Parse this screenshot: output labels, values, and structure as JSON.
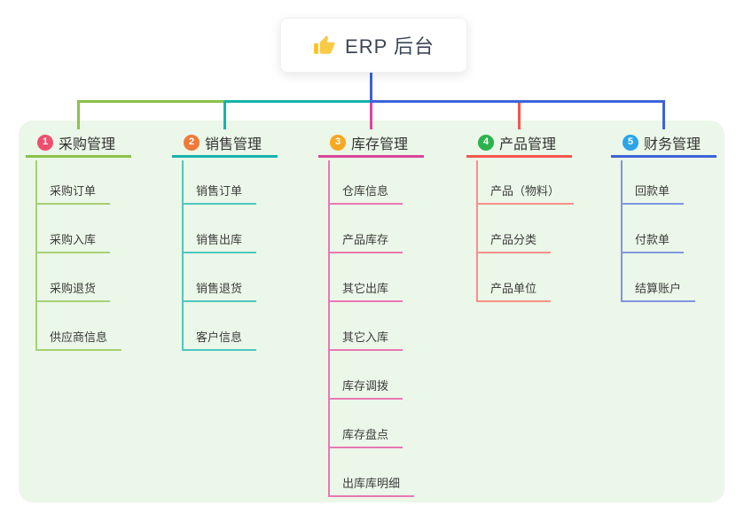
{
  "root": {
    "label": "ERP 后台",
    "icon": "thumbs-up-icon",
    "icon_color": "#f7c325"
  },
  "canvas": {
    "background_color": "#ffffff",
    "panel_color": "#ebf7e8",
    "root_connector_color": "#3d63d8"
  },
  "branches": [
    {
      "badge": "1",
      "badge_color": "#ed4f6e",
      "label": "采购管理",
      "line_color": "#8ac24a",
      "child_line_color": "#a6d074",
      "children": [
        "采购订单",
        "采购入库",
        "采购退货",
        "供应商信息"
      ]
    },
    {
      "badge": "2",
      "badge_color": "#f0793a",
      "label": "销售管理",
      "line_color": "#16b3ab",
      "child_line_color": "#4ec7bf",
      "children": [
        "销售订单",
        "销售出库",
        "销售退货",
        "客户信息"
      ]
    },
    {
      "badge": "3",
      "badge_color": "#f9a825",
      "label": "库存管理",
      "line_color": "#da459d",
      "child_line_color": "#e977b4",
      "children": [
        "仓库信息",
        "产品库存",
        "其它出库",
        "其它入库",
        "库存调拨",
        "库存盘点",
        "出库库明细"
      ]
    },
    {
      "badge": "4",
      "badge_color": "#2db24e",
      "label": "产品管理",
      "line_color": "#f4554e",
      "child_line_color": "#f78f88",
      "children": [
        "产品（物料）",
        "产品分类",
        "产品单位"
      ]
    },
    {
      "badge": "5",
      "badge_color": "#2ca5e8",
      "label": "财务管理",
      "line_color": "#3d63d8",
      "child_line_color": "#8096df",
      "children": [
        "回款单",
        "付款单",
        "结算账户"
      ]
    }
  ]
}
